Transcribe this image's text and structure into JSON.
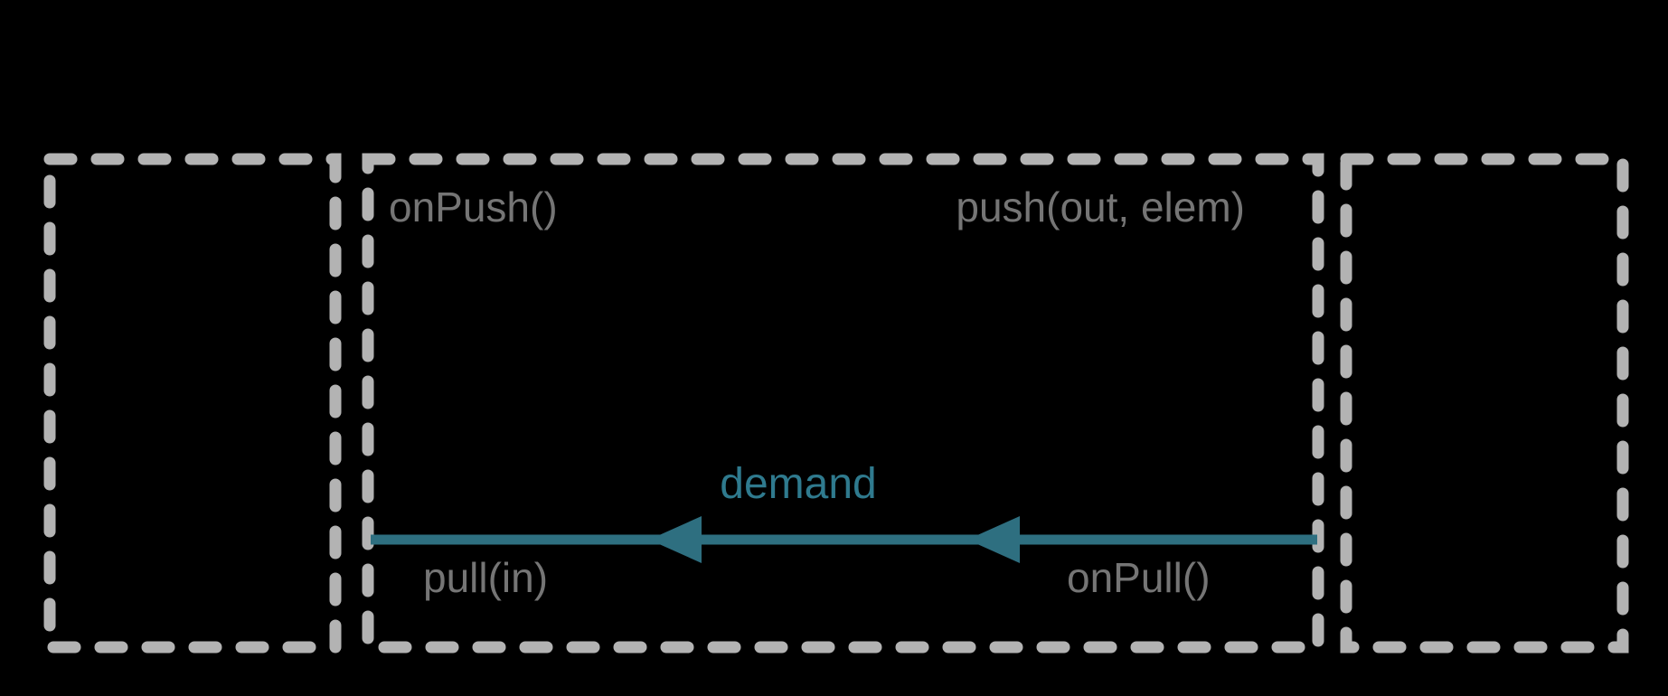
{
  "labels": {
    "on_push": "onPush()",
    "push": "push(out, elem)",
    "demand": "demand",
    "pull": "pull(in)",
    "on_pull": "onPull()"
  },
  "colors": {
    "background": "#000000",
    "box_border": "#b3b3b3",
    "label_text": "#757575",
    "arrow": "#2e6f80",
    "demand_text": "#2f7a8e"
  }
}
